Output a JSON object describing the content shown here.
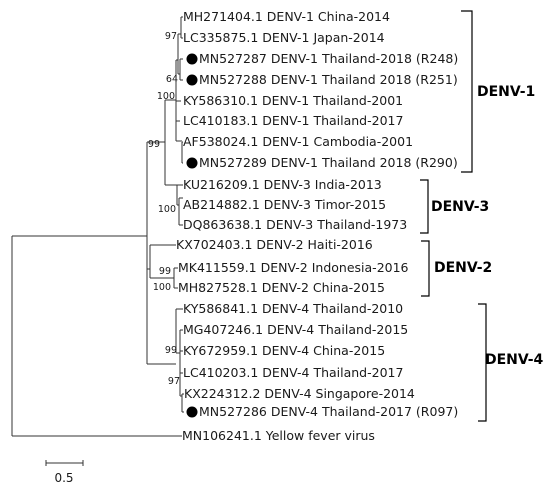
{
  "tree": {
    "taxa": {
      "t1": "MH271404.1 DENV-1 China-2014",
      "t2": "LC335875.1 DENV-1 Japan-2014",
      "t3": "MN527287 DENV-1 Thailand-2018 (R248)",
      "t4": "MN527288 DENV-1 Thailand 2018 (R251)",
      "t5": "KY586310.1 DENV-1 Thailand-2001",
      "t6": "LC410183.1 DENV-1 Thailand-2017",
      "t7": "AF538024.1 DENV-1 Cambodia-2001",
      "t8": "MN527289 DENV-1 Thailand 2018 (R290)",
      "t9": "KU216209.1 DENV-3 India-2013",
      "t10": "AB214882.1 DENV-3 Timor-2015",
      "t11": "DQ863638.1 DENV-3 Thailand-1973",
      "t12": "KX702403.1 DENV-2 Haiti-2016",
      "t13": "MK411559.1 DENV-2 Indonesia-2016",
      "t14": "MH827528.1 DENV-2 China-2015",
      "t15": "KY586841.1 DENV-4 Thailand-2010",
      "t16": "MG407246.1 DENV-4 Thailand-2015",
      "t17": "KY672959.1 DENV-4 China-2015",
      "t18": "LC410203.1 DENV-4 Thailand-2017",
      "t19": "KX224312.2 DENV-4 Singapore-2014",
      "t20": "MN527286 DENV-4 Thailand-2017 (R097)",
      "t21": "MN106241.1 Yellow fever virus"
    },
    "bootstrap": {
      "b_den1_top": "97",
      "b_den1_mid": "64",
      "b_den1": "100",
      "b_den1_den3": "99",
      "b_den3": "100",
      "b_den2_inner": "99",
      "b_den2": "100",
      "b_den4": "99",
      "b_den4_inner": "97"
    },
    "groups": {
      "denv1": "DENV-1",
      "denv3": "DENV-3",
      "denv2": "DENV-2",
      "denv4": "DENV-4"
    },
    "scale_label": "0.5",
    "marker_color": "#000000"
  }
}
